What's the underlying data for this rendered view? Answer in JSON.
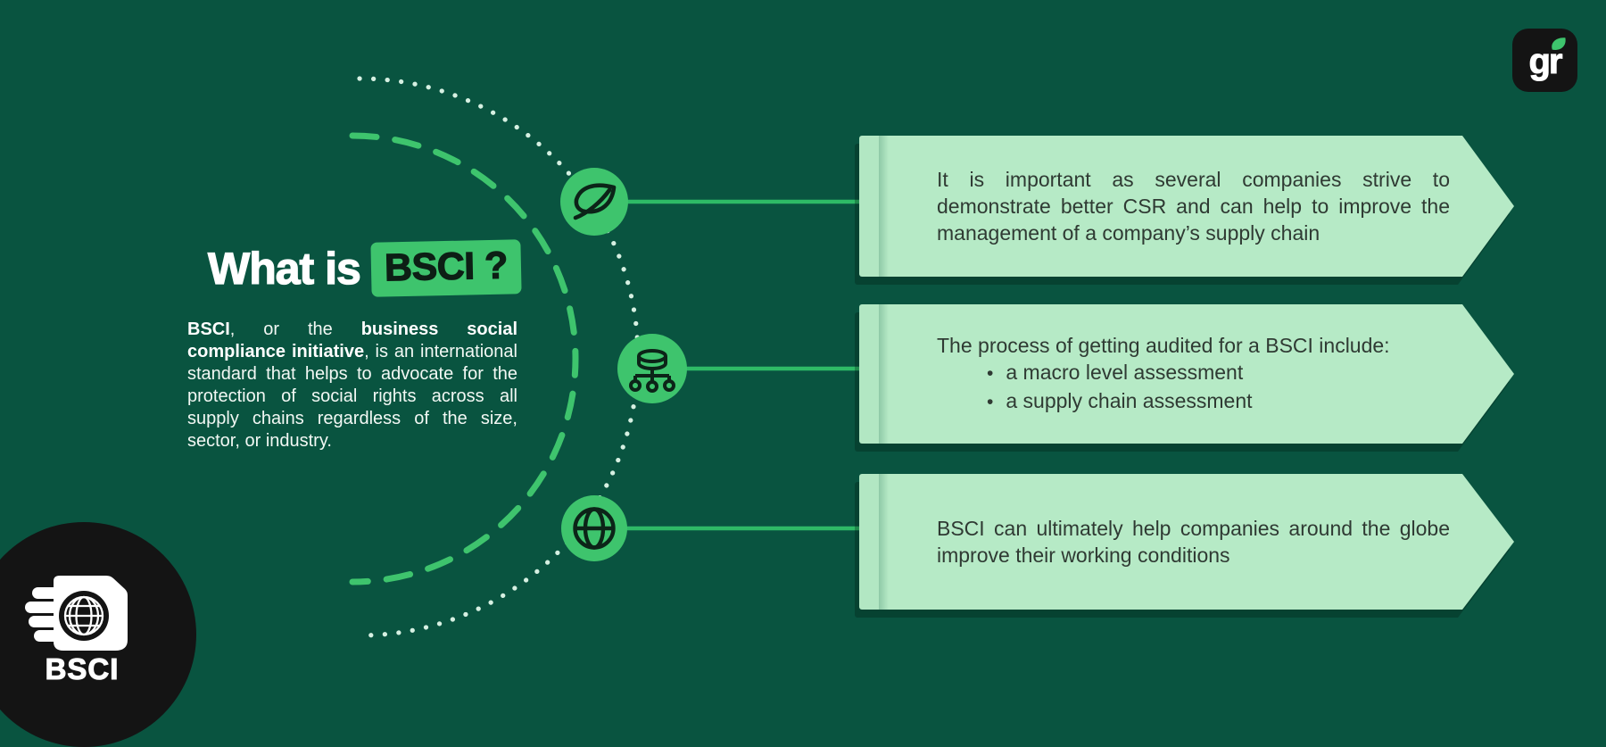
{
  "title": {
    "regular": "What is",
    "highlight": "BSCI ?"
  },
  "intro": {
    "segments": [
      {
        "text": "BSCI",
        "bold": true
      },
      {
        "text": ", or the ",
        "bold": false
      },
      {
        "text": "business social compliance initiative",
        "bold": true
      },
      {
        "text": ", is an international standard that helps to advocate for the protection of social rights across all supply chains regardless of the size, sector, or industry.",
        "bold": false
      }
    ]
  },
  "timeline_icons": [
    {
      "name": "leaf-icon"
    },
    {
      "name": "network-icon"
    },
    {
      "name": "globe-icon"
    }
  ],
  "callouts": [
    {
      "text": "It is important as several companies strive to demonstrate better CSR and can help to improve the management of a company’s supply chain"
    },
    {
      "lead": "The process of getting audited for a BSCI include:",
      "bullets": [
        "a macro level assessment",
        "a supply chain assessment"
      ],
      "bullet_glyph": "•"
    },
    {
      "text": "BSCI can ultimately help companies around the globe improve their working conditions"
    }
  ],
  "logos": {
    "greenly": {
      "text": "gr",
      "leaf": "leaf-icon"
    },
    "bsci": {
      "label": "BSCI",
      "icon": "hand-holding-globe-icon"
    }
  },
  "colors": {
    "background": "#095440",
    "accent_green": "#3ec46d",
    "connector_green": "#2eba66",
    "box_fill": "#b6eac6",
    "box_tab": "#b2e7c3",
    "box_seam": "#8fc9a7",
    "box_text": "#2f3a33",
    "dotted_arc": "#d6f0e2",
    "logo_black": "#141414",
    "text_white": "#f2f8f4",
    "icon_stroke": "#0c2418"
  }
}
